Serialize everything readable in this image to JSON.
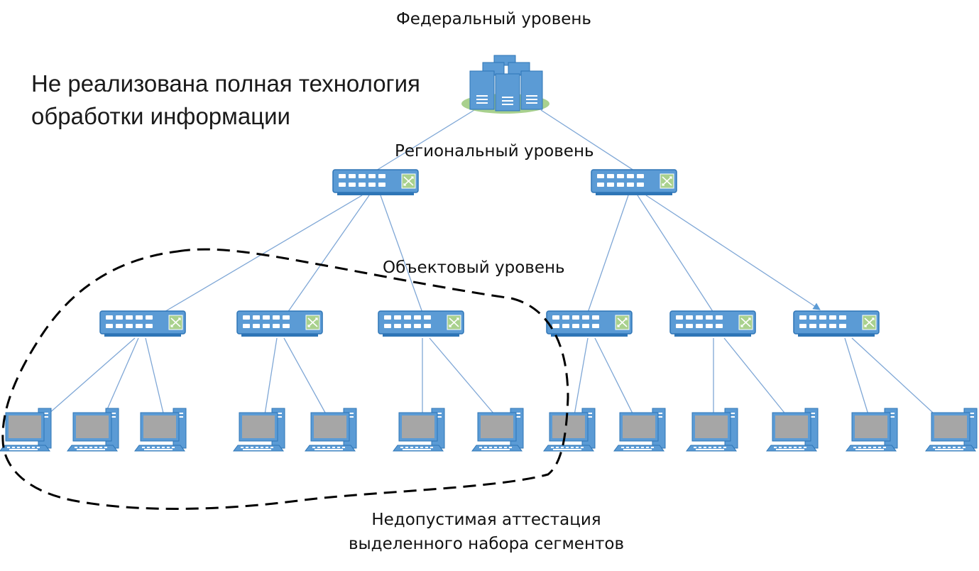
{
  "labels": {
    "federal": "Федеральный уровень",
    "regional": "Региональный уровень",
    "object": "Объектовый уровень"
  },
  "note": {
    "line1": "Не реализована полная технология",
    "line2": "обработки информации"
  },
  "caption": {
    "line1": "Недопустимая аттестация",
    "line2": "выделенного набора сегментов"
  },
  "colors": {
    "device_blue": "#5b9bd5",
    "device_dark": "#2e75b6",
    "screen_gray": "#a6a6a6",
    "switch_green": "#a9d18e",
    "server_base": "#a9d18e",
    "link_line": "#7fa7d6",
    "boundary": "#000000"
  },
  "icons": {
    "server": "server-cluster-icon",
    "switch": "network-switch-icon",
    "workstation": "workstation-icon"
  }
}
